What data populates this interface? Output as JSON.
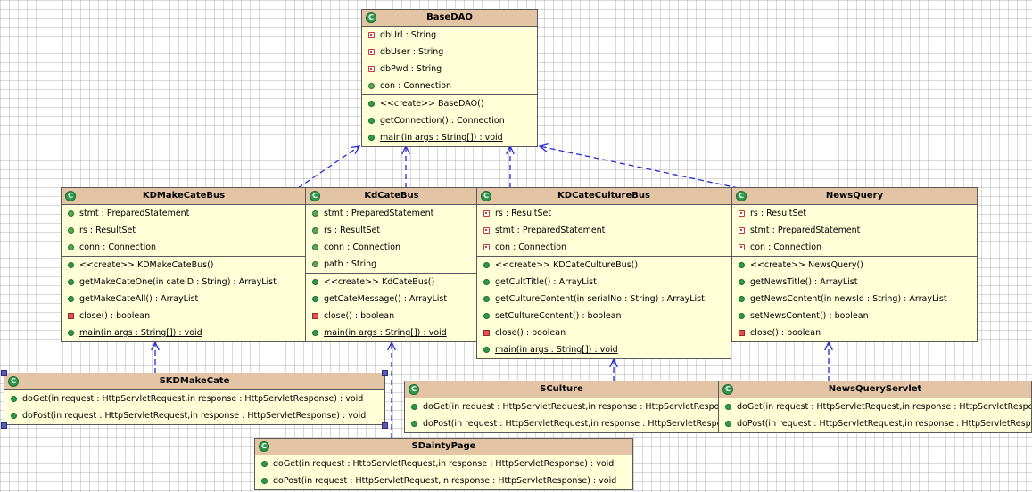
{
  "colors": {
    "class_fill": "#ffffd8",
    "header_fill": "#e3c4a4",
    "border": "#5a5a5a",
    "connector": "#2a2acc"
  },
  "classes": [
    {
      "id": "BaseDAO",
      "name": "BaseDAO",
      "icon": "class-icon",
      "attributes": [
        {
          "vis": "private",
          "text": "dbUrl : String"
        },
        {
          "vis": "private",
          "text": "dbUser : String"
        },
        {
          "vis": "private",
          "text": "dbPwd : String"
        },
        {
          "vis": "pkg",
          "text": "con : Connection"
        }
      ],
      "operations": [
        {
          "vis": "public",
          "text": "<<create>> BaseDAO()"
        },
        {
          "vis": "public",
          "text": "getConnection() : Connection"
        },
        {
          "vis": "public",
          "text": "main(in args : String[]) : void",
          "static": true
        }
      ]
    },
    {
      "id": "KDMakeCateBus",
      "name": "KDMakeCateBus",
      "icon": "class-icon",
      "attributes": [
        {
          "vis": "pkg",
          "text": "stmt : PreparedStatement"
        },
        {
          "vis": "pkg",
          "text": "rs : ResultSet"
        },
        {
          "vis": "pkg",
          "text": "conn : Connection"
        }
      ],
      "operations": [
        {
          "vis": "public",
          "text": "<<create>> KDMakeCateBus()"
        },
        {
          "vis": "public",
          "text": "getMakeCateOne(in cateID : String) : ArrayList"
        },
        {
          "vis": "public",
          "text": "getMakeCateAll() : ArrayList"
        },
        {
          "vis": "protected",
          "text": "close() : boolean"
        },
        {
          "vis": "public",
          "text": "main(in args : String[]) : void",
          "static": true
        }
      ]
    },
    {
      "id": "KdCateBus",
      "name": "KdCateBus",
      "icon": "class-icon",
      "attributes": [
        {
          "vis": "pkg",
          "text": "stmt : PreparedStatement"
        },
        {
          "vis": "pkg",
          "text": "rs : ResultSet"
        },
        {
          "vis": "pkg",
          "text": "conn : Connection"
        },
        {
          "vis": "pkg",
          "text": "path : String"
        }
      ],
      "operations": [
        {
          "vis": "public",
          "text": "<<create>> KdCateBus()"
        },
        {
          "vis": "public",
          "text": "getCateMessage() : ArrayList"
        },
        {
          "vis": "protected",
          "text": "close() : boolean"
        },
        {
          "vis": "public",
          "text": "main(in args : String[]) : void",
          "static": true
        }
      ]
    },
    {
      "id": "KDCateCultureBus",
      "name": "KDCateCultureBus",
      "icon": "class-icon",
      "attributes": [
        {
          "vis": "private",
          "text": "rs : ResultSet"
        },
        {
          "vis": "private",
          "text": "stmt : PreparedStatement"
        },
        {
          "vis": "private",
          "text": "con : Connection"
        }
      ],
      "operations": [
        {
          "vis": "public",
          "text": "<<create>> KDCateCultureBus()"
        },
        {
          "vis": "public",
          "text": "getCultTitle() : ArrayList"
        },
        {
          "vis": "public",
          "text": "getCultureContent(in serialNo : String) : ArrayList"
        },
        {
          "vis": "public",
          "text": "setCultureContent() : boolean"
        },
        {
          "vis": "protected",
          "text": "close() : boolean"
        },
        {
          "vis": "public",
          "text": "main(in args : String[]) : void",
          "static": true
        }
      ]
    },
    {
      "id": "NewsQuery",
      "name": "NewsQuery",
      "icon": "class-icon",
      "attributes": [
        {
          "vis": "private",
          "text": "rs : ResultSet"
        },
        {
          "vis": "private",
          "text": "stmt : PreparedStatement"
        },
        {
          "vis": "private",
          "text": "con : Connection"
        }
      ],
      "operations": [
        {
          "vis": "public",
          "text": "<<create>> NewsQuery()"
        },
        {
          "vis": "public",
          "text": "getNewsTitle() : ArrayList"
        },
        {
          "vis": "public",
          "text": "getNewsContent(in newsId : String) : ArrayList"
        },
        {
          "vis": "public",
          "text": "setNewsContent() : boolean"
        },
        {
          "vis": "protected",
          "text": "close() : boolean"
        }
      ]
    },
    {
      "id": "SKDMakeCate",
      "name": "SKDMakeCate",
      "icon": "class-icon",
      "attributes": [],
      "operations": [
        {
          "vis": "public",
          "text": "doGet(in request : HttpServletRequest,in response : HttpServletResponse) : void"
        },
        {
          "vis": "public",
          "text": "doPost(in request : HttpServletRequest,in response : HttpServletResponse) : void"
        }
      ]
    },
    {
      "id": "SCulture",
      "name": "SCulture",
      "icon": "class-icon",
      "attributes": [],
      "operations": [
        {
          "vis": "public",
          "text": "doGet(in request : HttpServletRequest,in response : HttpServletResponse)"
        },
        {
          "vis": "public",
          "text": "doPost(in request : HttpServletRequest,in response : HttpServletResponse)"
        }
      ]
    },
    {
      "id": "NewsQueryServlet",
      "name": "NewsQueryServlet",
      "icon": "class-icon",
      "attributes": [],
      "operations": [
        {
          "vis": "public",
          "text": "doGet(in request : HttpServletRequest,in response : HttpServletResponse)"
        },
        {
          "vis": "public",
          "text": "doPost(in request : HttpServletRequest,in response : HttpServletResponse)"
        }
      ]
    },
    {
      "id": "SDaintyPage",
      "name": "SDaintyPage",
      "icon": "class-icon",
      "attributes": [],
      "operations": [
        {
          "vis": "public",
          "text": "doGet(in request : HttpServletRequest,in response : HttpServletResponse) : void"
        },
        {
          "vis": "public",
          "text": "doPost(in request : HttpServletRequest,in response : HttpServletResponse) : void"
        }
      ]
    }
  ],
  "dependencies": [
    {
      "from": "KDMakeCateBus",
      "to": "BaseDAO"
    },
    {
      "from": "KdCateBus",
      "to": "BaseDAO"
    },
    {
      "from": "KDCateCultureBus",
      "to": "BaseDAO"
    },
    {
      "from": "NewsQuery",
      "to": "BaseDAO"
    },
    {
      "from": "SKDMakeCate",
      "to": "KDMakeCateBus"
    },
    {
      "from": "SDaintyPage",
      "to": "KdCateBus"
    },
    {
      "from": "SCulture",
      "to": "KDCateCultureBus"
    },
    {
      "from": "NewsQueryServlet",
      "to": "NewsQuery"
    }
  ]
}
